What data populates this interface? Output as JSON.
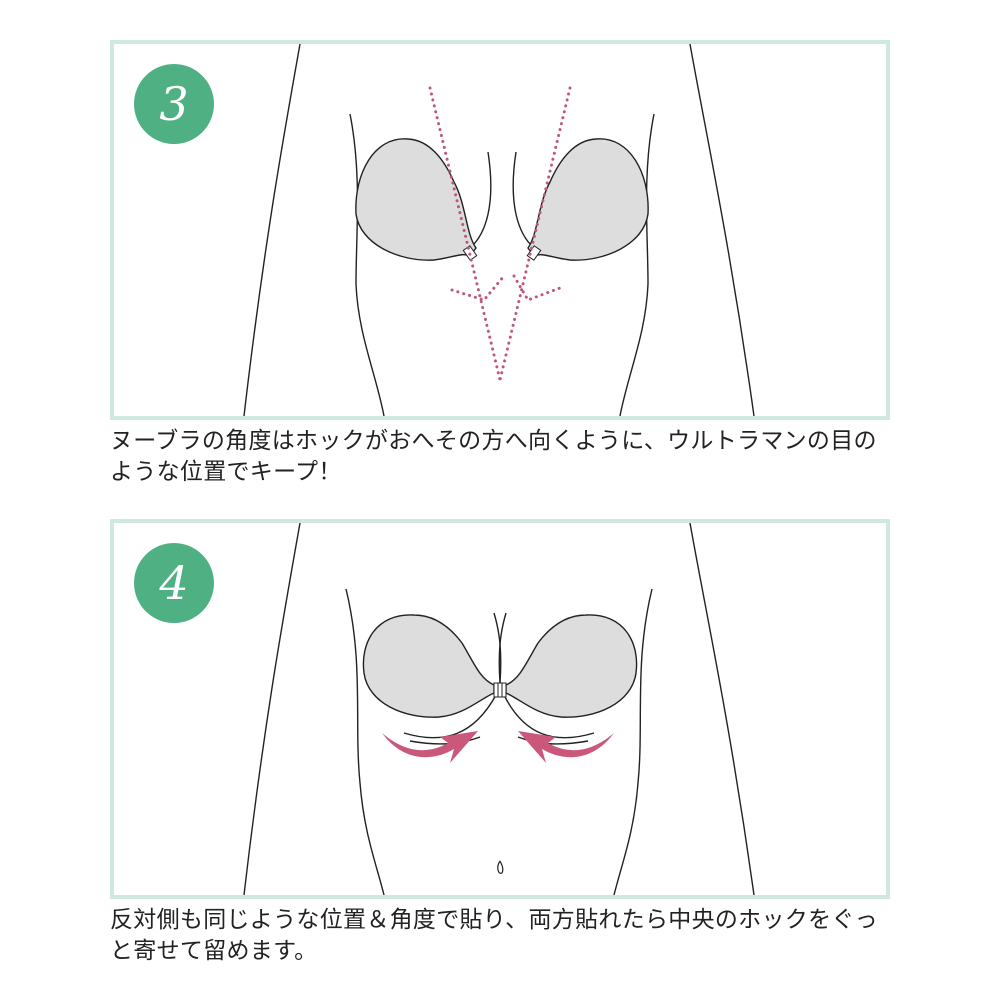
{
  "steps": [
    {
      "number": "3",
      "caption": "ヌーブラの角度はホックがおへその方へ向くように、ウルトラマンの目のような位置でキープ！",
      "illustration": "torso-with-cups-angled-dotted-guide-lines"
    },
    {
      "number": "4",
      "caption": "反対側も同じような位置＆角度で貼り、両方貼れたら中央のホックをぐっと寄せて留めます。",
      "illustration": "torso-with-cups-joined-inward-arrows"
    }
  ],
  "colors": {
    "panel_border": "#cfe9df",
    "badge": "#4fb084",
    "cup_fill": "#dcdddc",
    "guide_dots": "#c0567a",
    "arrow": "#c9587a",
    "outline": "#222222"
  }
}
